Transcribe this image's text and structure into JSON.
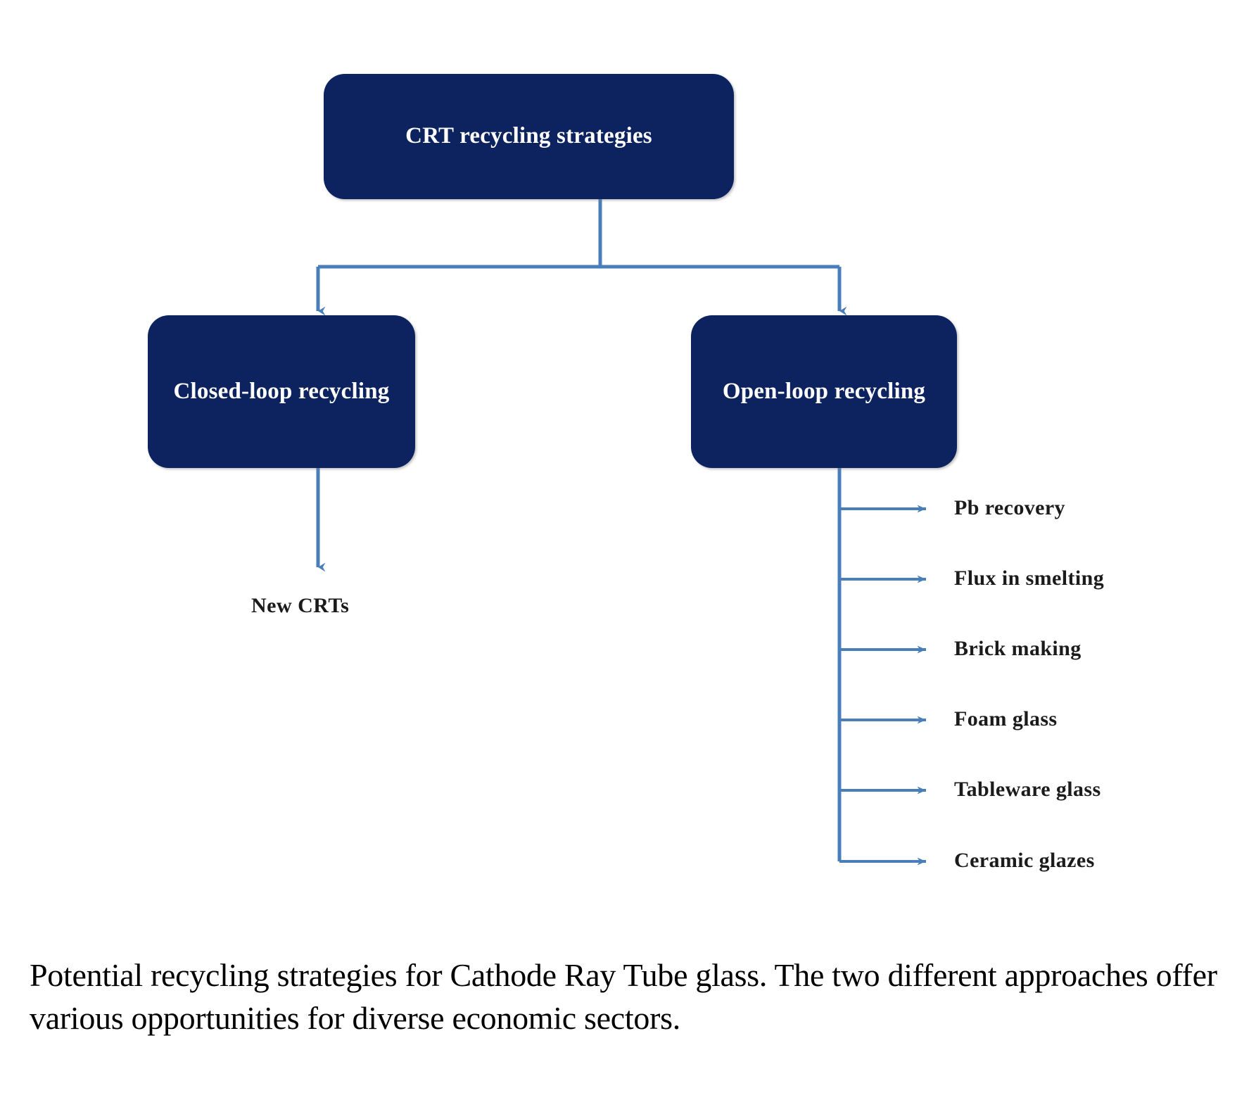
{
  "figure": {
    "title_node": {
      "label": "CRT recycling strategies"
    },
    "branches": [
      {
        "id": "closed-loop",
        "label": "Closed-loop recycling"
      },
      {
        "id": "open-loop",
        "label": "Open-loop recycling"
      }
    ],
    "closed_loop_outputs": [
      {
        "label": "New  CRTs"
      }
    ],
    "open_loop_outputs": [
      {
        "label": "Pb recovery"
      },
      {
        "label": "Flux in smelting"
      },
      {
        "label": "Brick making"
      },
      {
        "label": "Foam  glass"
      },
      {
        "label": "Tableware  glass"
      },
      {
        "label": "Ceramic glazes"
      }
    ]
  },
  "caption": {
    "text": "Potential recycling strategies for Cathode Ray Tube glass. The two different approaches offer various opportunities for diverse economic sectors."
  },
  "colors": {
    "node_fill": "#0c2360",
    "node_text": "#ffffff",
    "connector": "#4a7ebb",
    "leaf_text": "#1b1b1b",
    "background": "#ffffff",
    "caption_text": "#000000"
  },
  "chart_data": {
    "type": "diagram",
    "diagram_kind": "tree-flowchart",
    "title": "Potential recycling strategies for Cathode Ray Tube glass",
    "root": "CRT recycling strategies",
    "nodes": [
      {
        "id": "root",
        "label": "CRT recycling strategies",
        "level": 0,
        "shape": "rounded-rect",
        "fill": "#0c2360"
      },
      {
        "id": "closed",
        "label": "Closed-loop recycling",
        "level": 1,
        "shape": "rounded-rect",
        "fill": "#0c2360"
      },
      {
        "id": "open",
        "label": "Open-loop recycling",
        "level": 1,
        "shape": "rounded-rect",
        "fill": "#0c2360"
      },
      {
        "id": "new-crts",
        "label": "New  CRTs",
        "level": 2,
        "shape": "text"
      },
      {
        "id": "pb",
        "label": "Pb recovery",
        "level": 2,
        "shape": "text"
      },
      {
        "id": "flux",
        "label": "Flux in smelting",
        "level": 2,
        "shape": "text"
      },
      {
        "id": "brick",
        "label": "Brick making",
        "level": 2,
        "shape": "text"
      },
      {
        "id": "foam",
        "label": "Foam  glass",
        "level": 2,
        "shape": "text"
      },
      {
        "id": "tableware",
        "label": "Tableware  glass",
        "level": 2,
        "shape": "text"
      },
      {
        "id": "ceramic",
        "label": "Ceramic glazes",
        "level": 2,
        "shape": "text"
      }
    ],
    "edges": [
      {
        "from": "root",
        "to": "closed",
        "style": "elbow-arrow"
      },
      {
        "from": "root",
        "to": "open",
        "style": "elbow-arrow"
      },
      {
        "from": "closed",
        "to": "new-crts",
        "style": "straight-arrow"
      },
      {
        "from": "open",
        "to": "pb",
        "style": "elbow-arrow"
      },
      {
        "from": "open",
        "to": "flux",
        "style": "elbow-arrow"
      },
      {
        "from": "open",
        "to": "brick",
        "style": "elbow-arrow"
      },
      {
        "from": "open",
        "to": "foam",
        "style": "elbow-arrow"
      },
      {
        "from": "open",
        "to": "tableware",
        "style": "elbow-arrow"
      },
      {
        "from": "open",
        "to": "ceramic",
        "style": "elbow-arrow"
      }
    ]
  }
}
